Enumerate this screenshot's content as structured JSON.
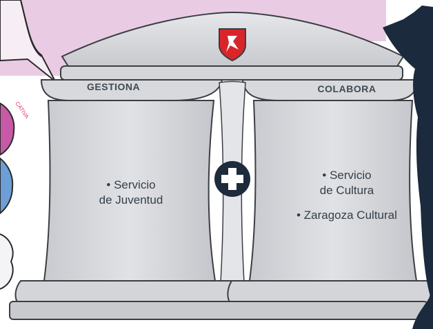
{
  "columns": {
    "left": {
      "heading": "GESTIONA",
      "items": [
        {
          "line1": "• Servicio",
          "line2": "de Juventud"
        }
      ]
    },
    "right": {
      "heading": "COLABORA",
      "items": [
        {
          "line1": "• Servicio",
          "line2": "de Cultura"
        },
        {
          "line1": "• Zaragoza Cultural",
          "line2": ""
        }
      ]
    }
  },
  "side_fragment": {
    "text": "CATIVA",
    "color": "#e0306f"
  },
  "colors": {
    "background_pink": "#e9cce3",
    "pillar_grey": "#d7d8dc",
    "pillar_dark": "#6d7176",
    "plus_circle": "#1d2b3c",
    "shield_red": "#d9252a",
    "silhouette": "#1b2a3d",
    "side_blue": "#6c9fd6",
    "side_magenta": "#c65aa6"
  },
  "icons": [
    "shield-icon",
    "plus-icon",
    "silhouette-figure"
  ]
}
